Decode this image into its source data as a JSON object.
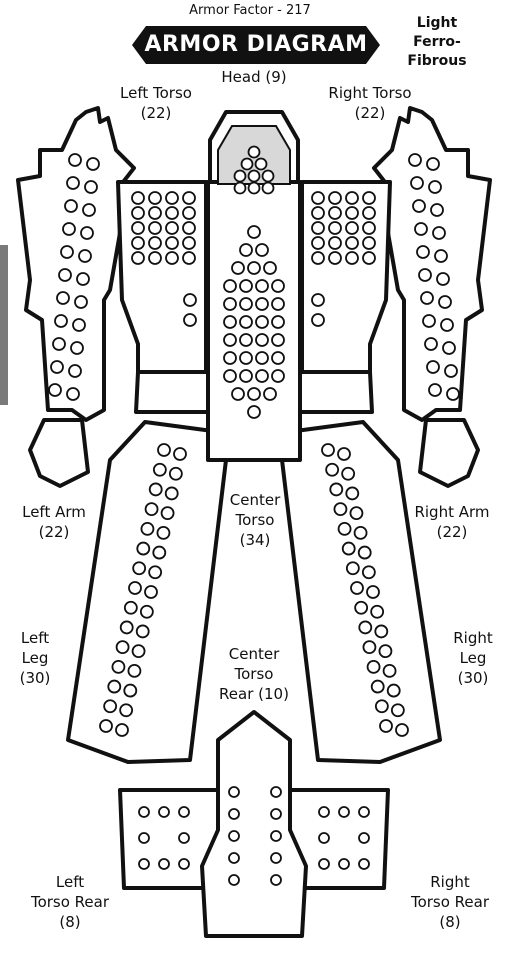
{
  "header": {
    "armor_factor": "Armor Factor - 217",
    "title": "ARMOR DIAGRAM",
    "armor_type_line1": "Light",
    "armor_type_line2": "Ferro-",
    "armor_type_line3": "Fibrous"
  },
  "locations": {
    "head": {
      "line1": "Head (9)",
      "armor": 9
    },
    "left_torso": {
      "line1": "Left Torso",
      "line2": "(22)",
      "armor": 22
    },
    "right_torso": {
      "line1": "Right Torso",
      "line2": "(22)",
      "armor": 22
    },
    "left_arm": {
      "line1": "Left Arm",
      "line2": "(22)",
      "armor": 22
    },
    "right_arm": {
      "line1": "Right Arm",
      "line2": "(22)",
      "armor": 22
    },
    "center_torso": {
      "line1": "Center",
      "line2": "Torso",
      "line3": "(34)",
      "armor": 34
    },
    "left_leg": {
      "line1": "Left",
      "line2": "Leg",
      "line3": "(30)",
      "armor": 30
    },
    "right_leg": {
      "line1": "Right",
      "line2": "Leg",
      "line3": "(30)",
      "armor": 30
    },
    "center_torso_rear": {
      "line1": "Center",
      "line2": "Torso",
      "line3": "Rear (10)",
      "armor": 10
    },
    "left_torso_rear": {
      "line1": "Left",
      "line2": "Torso Rear",
      "line3": "(8)",
      "armor": 8
    },
    "right_torso_rear": {
      "line1": "Right",
      "line2": "Torso Rear",
      "line3": "(8)",
      "armor": 8
    }
  },
  "colors": {
    "outline": "#111111",
    "fill": "#ffffff",
    "title_bg": "#111111",
    "side_tab": "#7a7a7a"
  }
}
